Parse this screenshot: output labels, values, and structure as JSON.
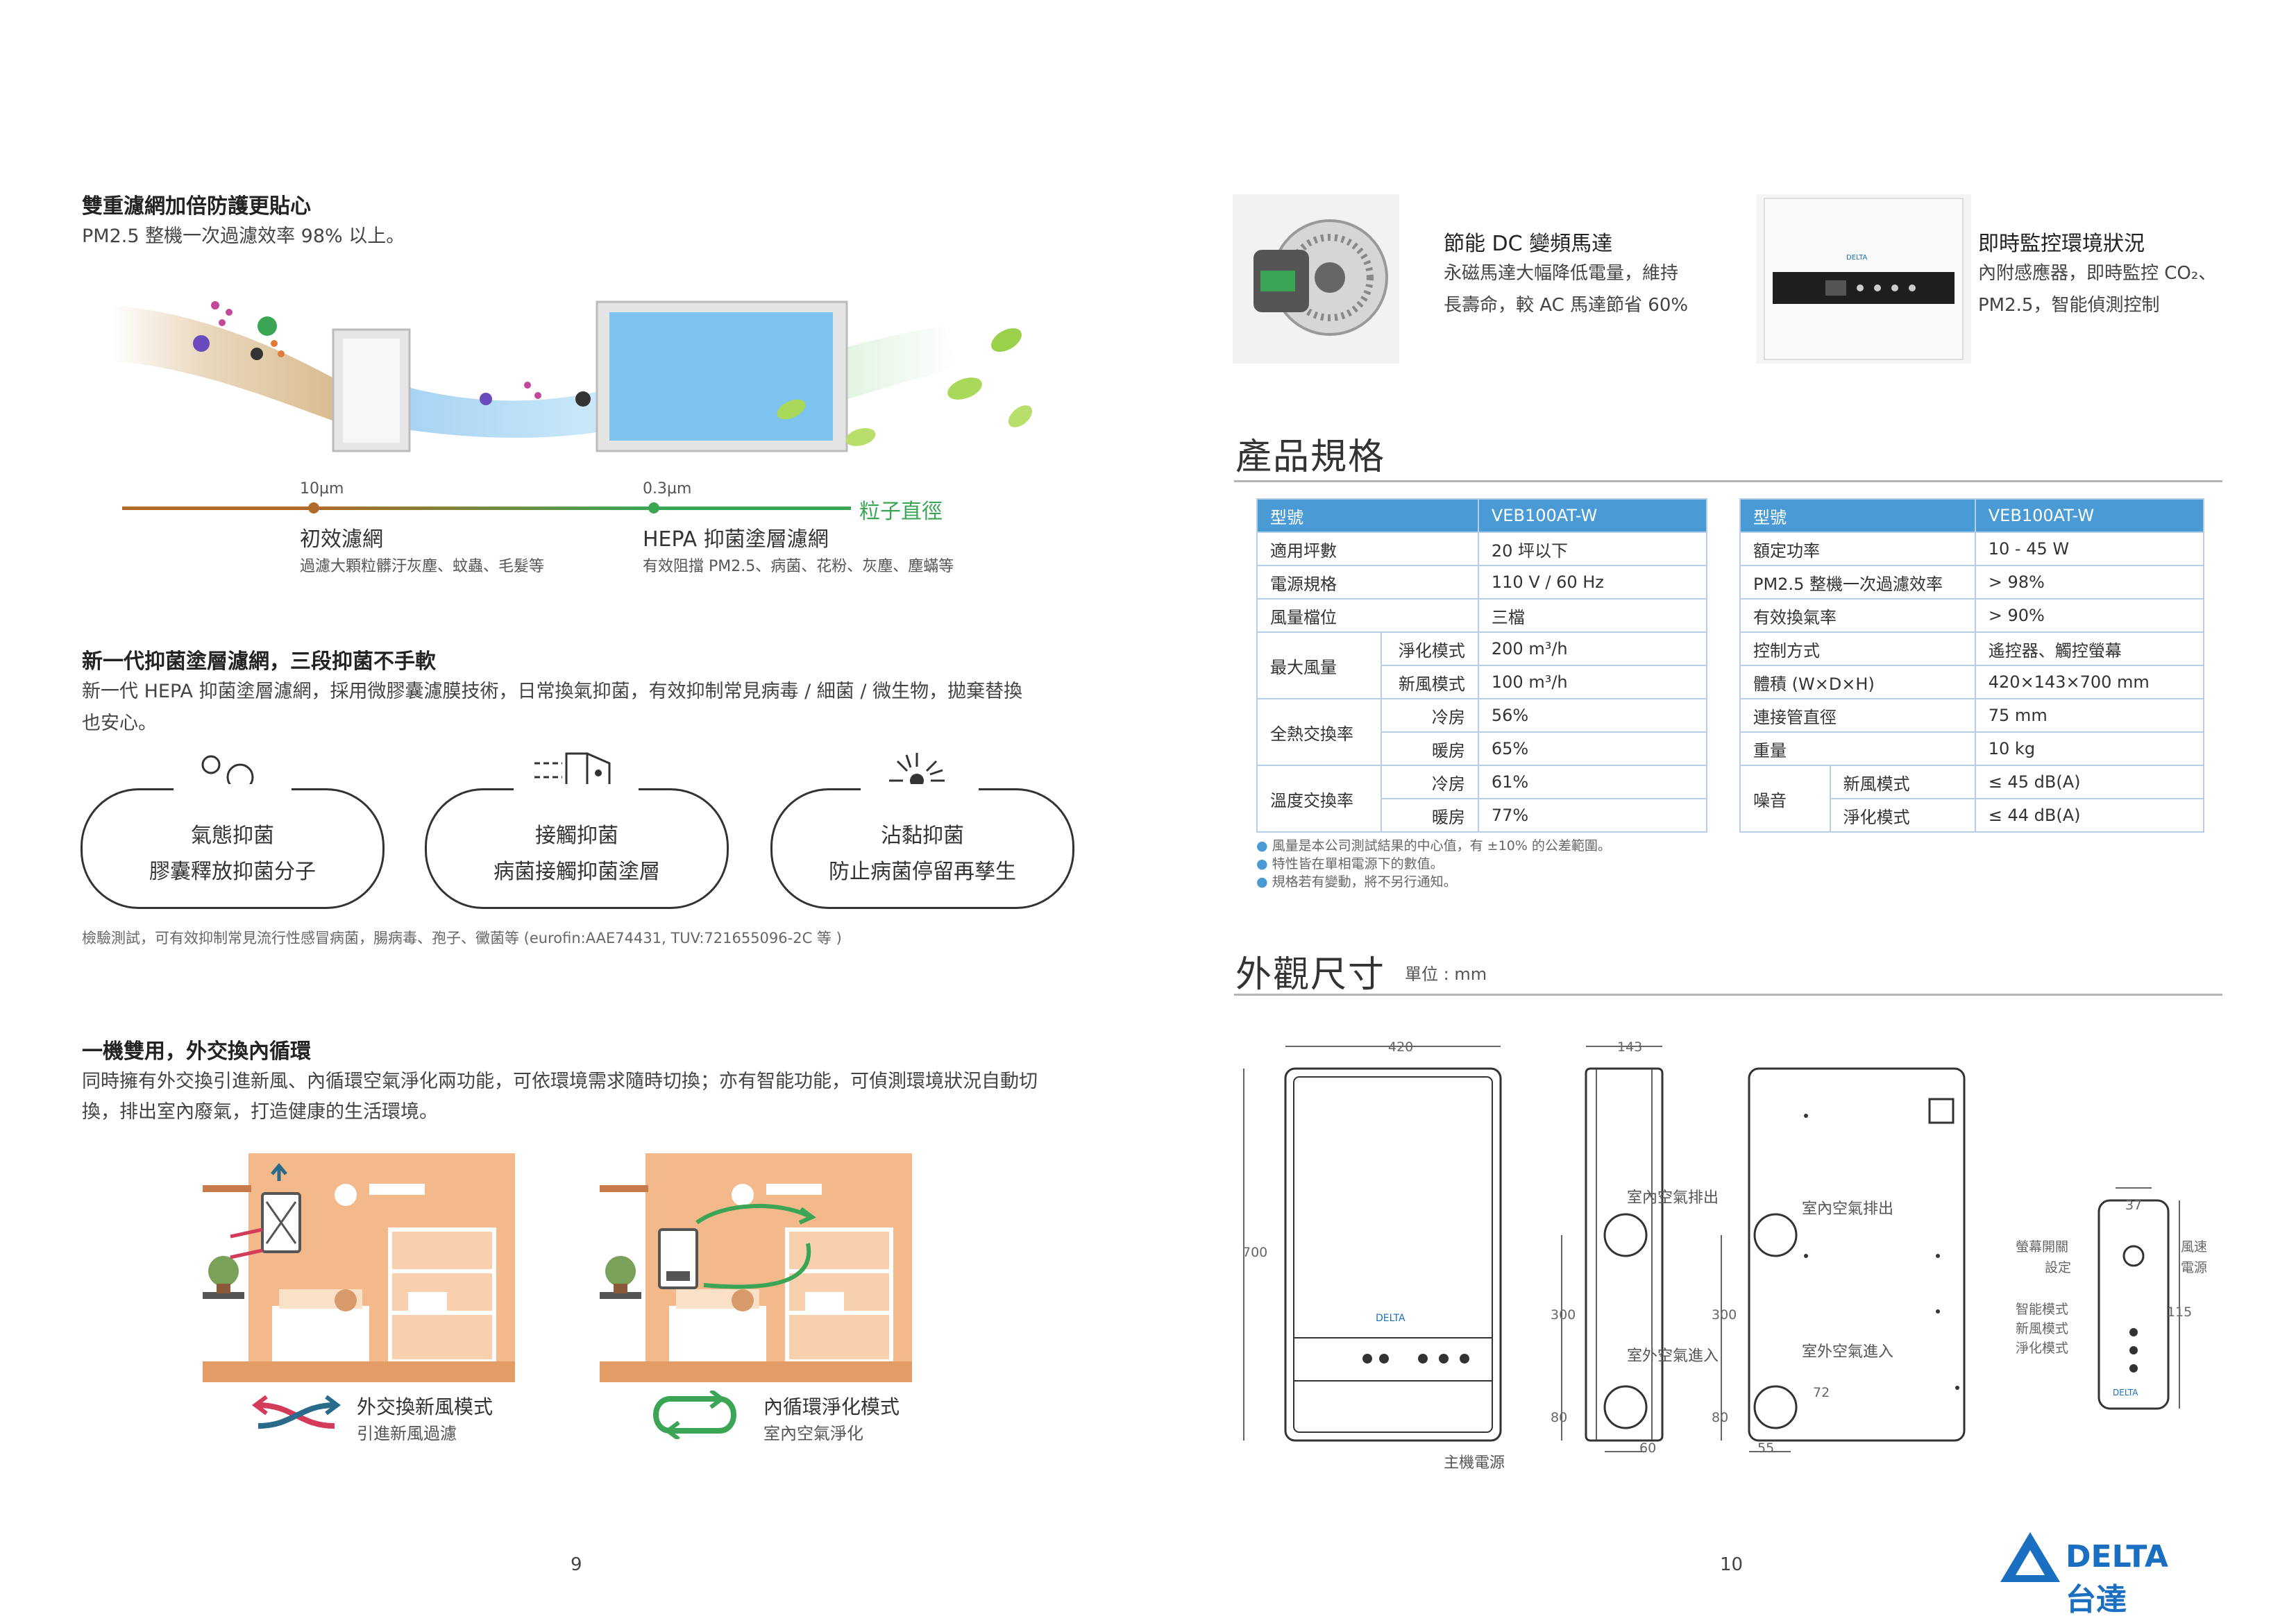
{
  "left": {
    "sec1": {
      "title": "雙重濾網加倍防護更貼心",
      "subtitle": "PM2.5 整機一次過濾效率 98% 以上。",
      "scale_left": "10µm",
      "scale_right": "0.3µm",
      "scale_label": "粒子直徑",
      "filter1_title": "初效濾網",
      "filter1_desc": "過濾大顆粒髒汙灰塵、蚊蟲、毛髮等",
      "filter2_title": "HEPA 抑菌塗層濾網",
      "filter2_desc": "有效阻擋 PM2.5、病菌、花粉、灰塵、塵蟎等"
    },
    "sec2": {
      "title": "新一代抑菌塗層濾網，三段抑菌不手軟",
      "body1": "新一代 HEPA 抑菌塗層濾網，採用微膠囊濾膜技術，日常換氣抑菌，有效抑制常見病毒 / 細菌 / 微生物，拋棄替換",
      "body2": "也安心。",
      "pills": [
        {
          "t1": "氣態抑菌",
          "t2": "膠囊釋放抑菌分子"
        },
        {
          "t1": "接觸抑菌",
          "t2": "病菌接觸抑菌塗層"
        },
        {
          "t1": "沾黏抑菌",
          "t2": "防止病菌停留再孳生"
        }
      ],
      "note": "檢驗測試，可有效抑制常見流行性感冒病菌，腸病毒、孢子、黴菌等 (eurofin:AAE74431, TUV:721655096-2C 等 )"
    },
    "sec3": {
      "title": "一機雙用，外交換內循環",
      "body1": "同時擁有外交換引進新風、內循環空氣淨化兩功能，可依環境需求隨時切換；亦有智能功能，可偵測環境狀況自動切",
      "body2": "換，排出室內廢氣，打造健康的生活環境。",
      "mode1_title": "外交換新風模式",
      "mode1_desc": "引進新風過濾",
      "mode2_title": "內循環淨化模式",
      "mode2_desc": "室內空氣淨化"
    },
    "page_number": "9"
  },
  "right": {
    "feature1": {
      "title": "節能 DC 變頻馬達",
      "line1": "永磁馬達大幅降低電量，維持",
      "line2": "長壽命，較 AC 馬達節省 60%"
    },
    "feature2": {
      "title": "即時監控環境狀況",
      "line1": "內附感應器，即時監控 CO₂、",
      "line2": "PM2.5，智能偵測控制"
    },
    "spec_title": "產品規格",
    "spec_left": {
      "h1": "型號",
      "h2": "VEB100AT-W",
      "r1_l": "適用坪數",
      "r1_v": "20 坪以下",
      "r2_l": "電源規格",
      "r2_v": "110 V / 60 Hz",
      "r3_l": "風量檔位",
      "r3_v": "三檔",
      "r4_l": "最大風量",
      "r4_s1": "淨化模式",
      "r4_v1": "200 m³/h",
      "r4_s2": "新風模式",
      "r4_v2": "100 m³/h",
      "r5_l": "全熱交換率",
      "r5_s1": "冷房",
      "r5_v1": "56%",
      "r5_s2": "暖房",
      "r5_v2": "65%",
      "r6_l": "溫度交換率",
      "r6_s1": "冷房",
      "r6_v1": "61%",
      "r6_s2": "暖房",
      "r6_v2": "77%"
    },
    "spec_right": {
      "h1": "型號",
      "h2": "VEB100AT-W",
      "r1_l": "額定功率",
      "r1_v": "10 - 45 W",
      "r2_l": "PM2.5 整機一次過濾效率",
      "r2_v": "> 98%",
      "r3_l": "有效換氣率",
      "r3_v": "> 90%",
      "r4_l": "控制方式",
      "r4_v": "遙控器、觸控螢幕",
      "r5_l": "體積 (W×D×H)",
      "r5_v": "420×143×700 mm",
      "r6_l": "連接管直徑",
      "r6_v": "75 mm",
      "r7_l": "重量",
      "r7_v": "10 kg",
      "r8_l": "噪音",
      "r8_s1": "新風模式",
      "r8_v1": "≤ 45 dB(A)",
      "r8_s2": "淨化模式",
      "r8_v2": "≤ 44 dB(A)"
    },
    "notes": [
      "風量是本公司測試結果的中心值，有 ±10% 的公差範圍。",
      "特性皆在單相電源下的數值。",
      "規格若有變動，將不另行通知。"
    ],
    "dim_title": "外觀尺寸",
    "dim_unit": "單位 : mm",
    "dims": {
      "w420": "420",
      "h700": "700",
      "d143": "143",
      "h300a": "300",
      "h80a": "80",
      "w60": "60",
      "h300b": "300",
      "h80b": "80",
      "w55": "55",
      "h72": "72",
      "w37": "37",
      "h115": "115",
      "indoor_exhaust": "室內空氣排出",
      "outdoor_intake": "室外空氣進入",
      "indoor_exhaust2": "室內空氣排出",
      "outdoor_intake2": "室外空氣進入",
      "main_power": "主機電源",
      "screen_switch": "螢幕開關",
      "setting": "設定",
      "wind_speed": "風速",
      "power": "電源",
      "smart_mode": "智能模式",
      "fresh_mode": "新風模式",
      "purify_mode": "淨化模式"
    },
    "page_number": "10",
    "brand": "DELTA 台達",
    "device_logo": "DELTA"
  },
  "colors": {
    "accent_blue": "#4a9bd5",
    "delta_blue": "#1a6fc0",
    "green": "#3aa655",
    "brown": "#b06a2a",
    "room_orange": "#f4b98a"
  }
}
